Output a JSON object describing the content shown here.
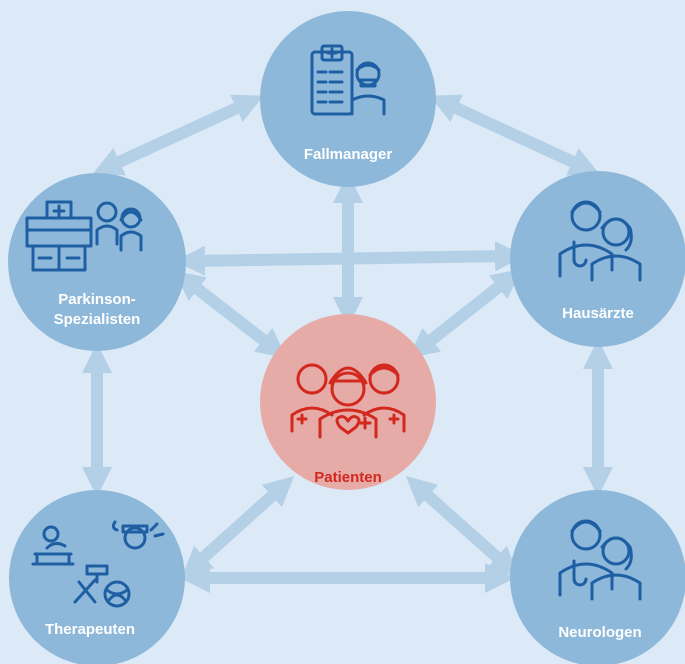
{
  "nodes": {
    "fallmanager": {
      "label": "Fallmanager",
      "icon": "clipboard-doctor-icon"
    },
    "parkinson": {
      "label_lines": [
        "Parkinson-",
        "Spezialisten"
      ],
      "icon": "hospital-doctors-icon"
    },
    "hausaerzte": {
      "label": "Hausärzte",
      "icon": "doctors-icon"
    },
    "patienten": {
      "label": "Patienten",
      "icon": "patients-group-icon"
    },
    "therapeuten": {
      "label": "Therapeuten",
      "icon": "therapy-activities-icon"
    },
    "neurologen": {
      "label": "Neurologen",
      "icon": "doctors-icon"
    }
  },
  "colors": {
    "background": "#dce9f6",
    "node_fill": "#8db8d9",
    "node_text": "#ffffff",
    "icon_stroke": "#1e5fa3",
    "center_fill": "#e6aaa7",
    "center_accent": "#d3281e",
    "arrow": "#b3d0e7"
  }
}
